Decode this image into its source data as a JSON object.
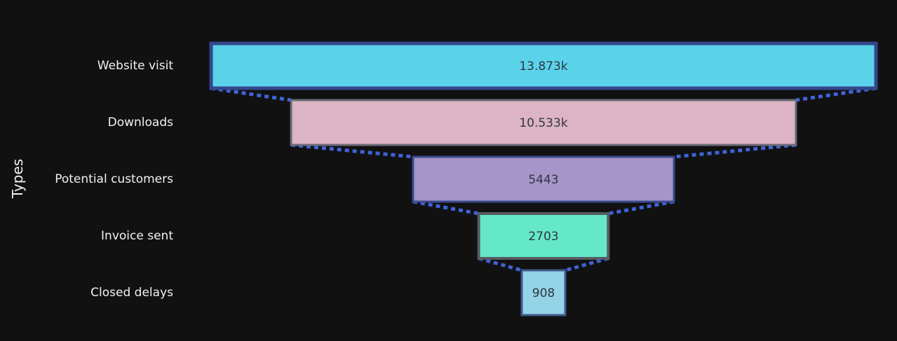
{
  "chart_data": {
    "type": "funnel",
    "title": "",
    "ylabel": "Types",
    "categories": [
      "Website visit",
      "Downloads",
      "Potential customers",
      "Invoice sent",
      "Closed delays"
    ],
    "values": [
      13873,
      10533,
      5443,
      2703,
      908
    ],
    "value_labels": [
      "13.873k",
      "10.533k",
      "5443",
      "2703",
      "908"
    ],
    "colors": {
      "background": "#111111",
      "fills": [
        "#5ad3ea",
        "#dcb4c4",
        "#a695c8",
        "#65e8c5",
        "#95d3e6"
      ],
      "outlines": [
        "#34468c",
        "#6b6b78",
        "#3d4b8f",
        "#555a63",
        "#3f5a8c"
      ],
      "connector": "#3f63d8",
      "label_text": "#f2f2f2",
      "value_text": "#2f3640"
    }
  }
}
